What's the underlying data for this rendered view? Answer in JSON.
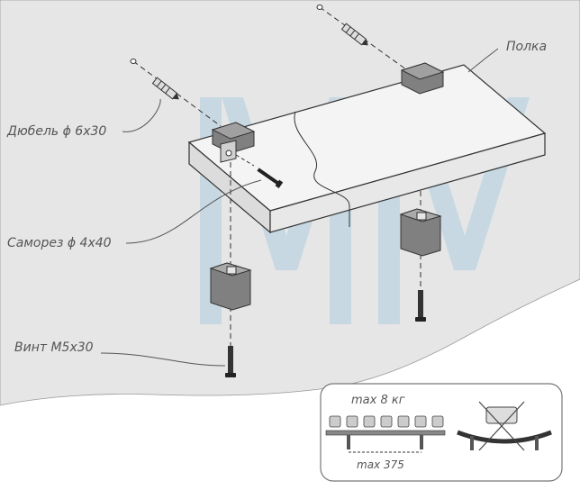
{
  "labels": {
    "shelf": "Полка",
    "dowel": "Дюбель ϕ 6x30",
    "screw": "Саморез ϕ 4x40",
    "bolt": "Винт M5x30"
  },
  "inset": {
    "load_label": "max 8 кг",
    "spacing_label": "max 375"
  },
  "colors": {
    "wall": "#e6e6e6",
    "shelf_top": "#f4f4f4",
    "shelf_front": "#dcdcdc",
    "bracket": "#808080",
    "bracket_dark": "#5a5a5a",
    "watermark": "#b8d2e2",
    "line": "#333333"
  }
}
